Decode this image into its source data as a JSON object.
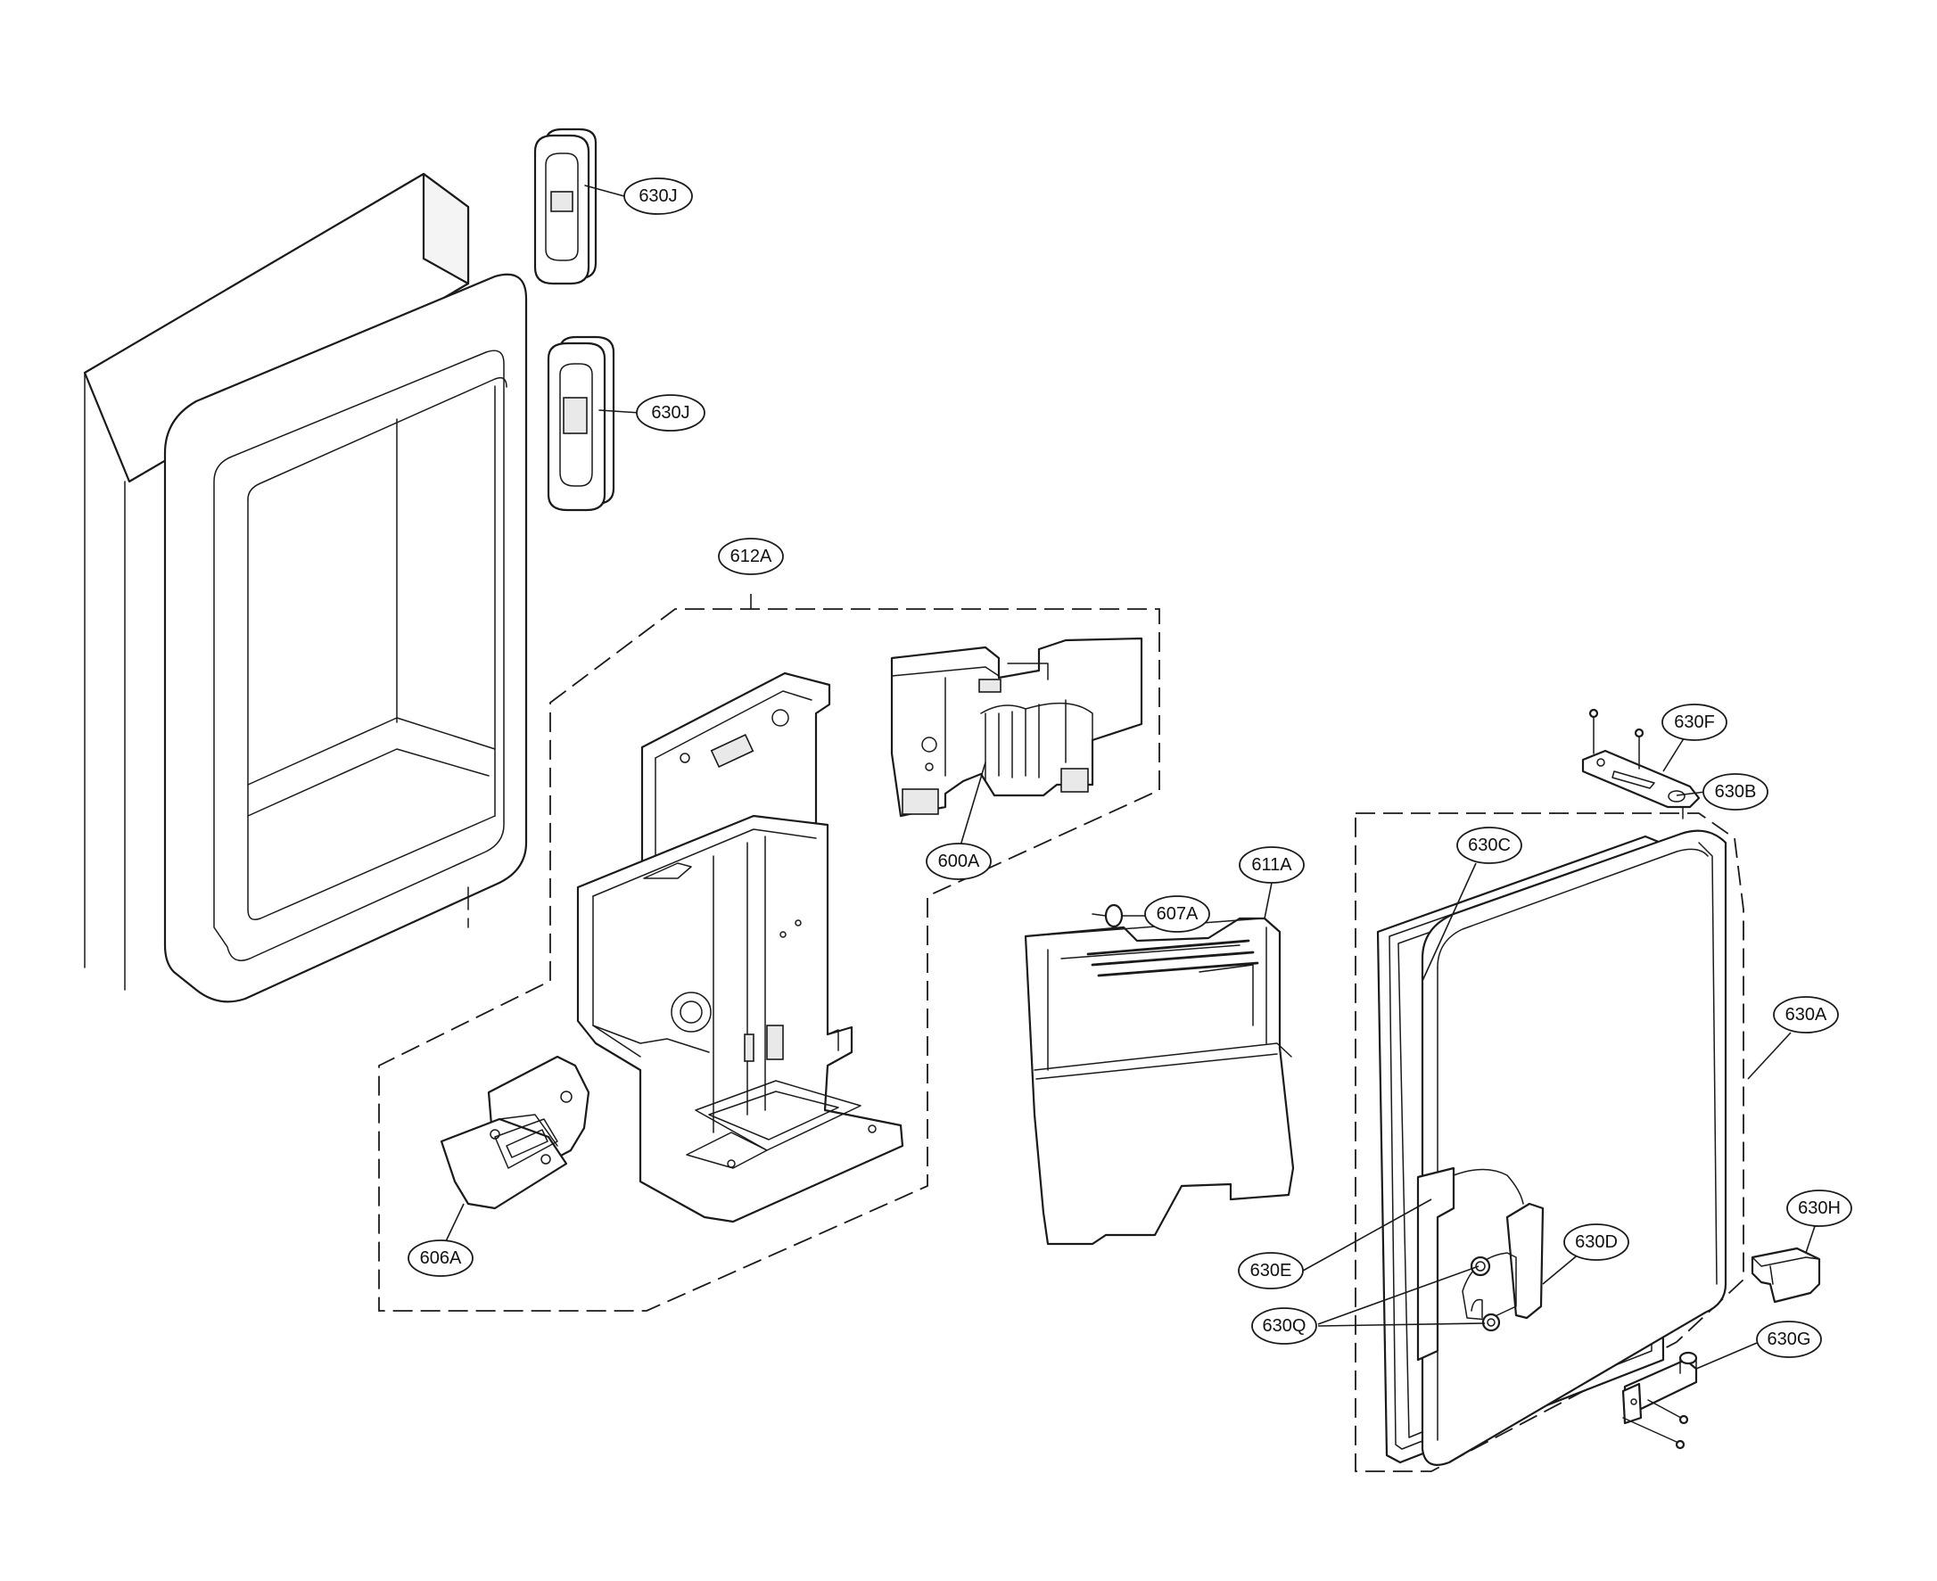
{
  "callouts": {
    "630J_top": "630J",
    "630J_bottom": "630J",
    "612A": "612A",
    "600A": "600A",
    "606A": "606A",
    "607A": "607A",
    "611A": "611A",
    "630F": "630F",
    "630B": "630B",
    "630C": "630C",
    "630A": "630A",
    "630H": "630H",
    "630D": "630D",
    "630E": "630E",
    "630Q": "630Q",
    "630G": "630G"
  },
  "colors": {
    "line": "#1a1a1a",
    "background": "#ffffff"
  }
}
